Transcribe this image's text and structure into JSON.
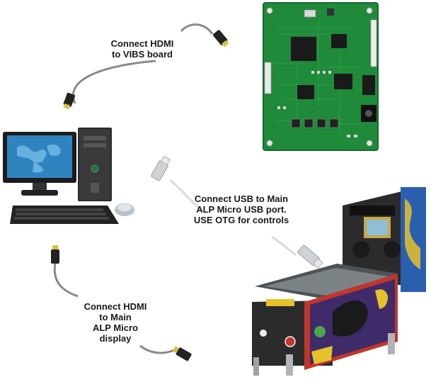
{
  "labels": {
    "hdmi_vibs": {
      "line1": "Connect HDMI",
      "line2": "to VIBS board"
    },
    "usb": {
      "line1": "Connect USB to Main",
      "line2": "ALP Micro USB port.",
      "line3": "USE OTG for controls"
    },
    "hdmi_main": {
      "line1": "Connect HDMI",
      "line2": "to Main",
      "line3": "ALP Micro",
      "line4": "display"
    }
  },
  "colors": {
    "pcb": "#1f8a3a",
    "pcb_dark": "#146a2a",
    "cable": "#8a8a8a",
    "connector": "#222222",
    "connector_tip": "#d7c23a",
    "monitor_frame": "#1c1c1c",
    "monitor_screen": "#2f84c0",
    "tower": "#2a2a2a",
    "keyboard": "#222222",
    "usb_silver": "#cfd3d6",
    "cabinet": "#2b2b2b",
    "backglass_blue": "#2a5fb0",
    "accent_red": "#c0362c",
    "accent_yellow": "#e5c12a"
  },
  "icons": {
    "board": "vibs-board-image",
    "computer": "desktop-computer-image",
    "pinball": "pinball-machine-image",
    "hdmi_top": "hdmi-cable-icon",
    "hdmi_bottom": "hdmi-cable-icon",
    "usb": "usb-cable-icon"
  }
}
